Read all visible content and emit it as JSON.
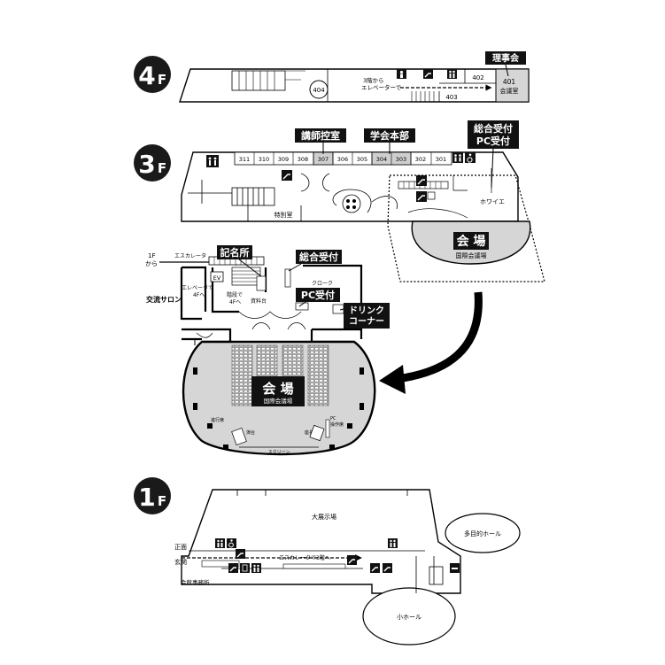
{
  "floors": {
    "f4": {
      "badge_number": "4",
      "badge_letter": "F",
      "rooms": {
        "r404": "404",
        "r403": "403",
        "r402": "402",
        "r401_num": "401",
        "r401_name": "会議室"
      },
      "note": {
        "line1": "3階から",
        "line2": "エレベーターで"
      },
      "labels": {
        "board": "理事会"
      }
    },
    "f3": {
      "badge_number": "3",
      "badge_letter": "F",
      "rooms": [
        "311",
        "310",
        "309",
        "308",
        "307",
        "306",
        "305",
        "304",
        "303",
        "302",
        "301"
      ],
      "special_room": "特別室",
      "foyer": "ホワイエ",
      "labels": {
        "lecturer_room": "講師控室",
        "hq": "学会本部",
        "general_reception_line1": "総合受付",
        "general_reception_line2": "PC受付"
      }
    },
    "venue_small": {
      "title": "会 場",
      "subtitle": "国際会議場"
    },
    "detail": {
      "from_1f_line1": "1F",
      "from_1f_line2": "から",
      "escalator": "エスカレータ",
      "ev": "EV",
      "ev_note_line1": "エレベータで",
      "ev_note_line2": "4Fへ",
      "stairs_note_line1": "階段で",
      "stairs_note_line2": "4Fへ",
      "materials": "資料台",
      "cloak": "クローク",
      "lounge": "交流サロン",
      "labels": {
        "registration": "記名所",
        "general_reception": "総合受付",
        "pc_reception": "PC受付",
        "drink_line1": "ドリンク",
        "drink_line2": "コーナー"
      },
      "hall": {
        "title": "会 場",
        "subtitle": "国際会議場",
        "progress": "進行席",
        "speaker": "演台",
        "chair": "座長",
        "pc_op_line1": "PC",
        "pc_op_line2": "操作席",
        "screen": "スクリーン"
      }
    },
    "f1": {
      "badge_number": "1",
      "badge_letter": "F",
      "exhibition": "大展示場",
      "multipurpose": "多目的ホール",
      "small_hall": "小ホール",
      "office": "会館事務所",
      "entrance_line1": "正面",
      "entrance_line2": "玄関",
      "escalator_note": "エスカレータで3階へ"
    }
  },
  "icons": [
    "toilet-icon",
    "wheelchair-icon",
    "escalator-icon",
    "elevator-icon",
    "smoking-icon"
  ]
}
